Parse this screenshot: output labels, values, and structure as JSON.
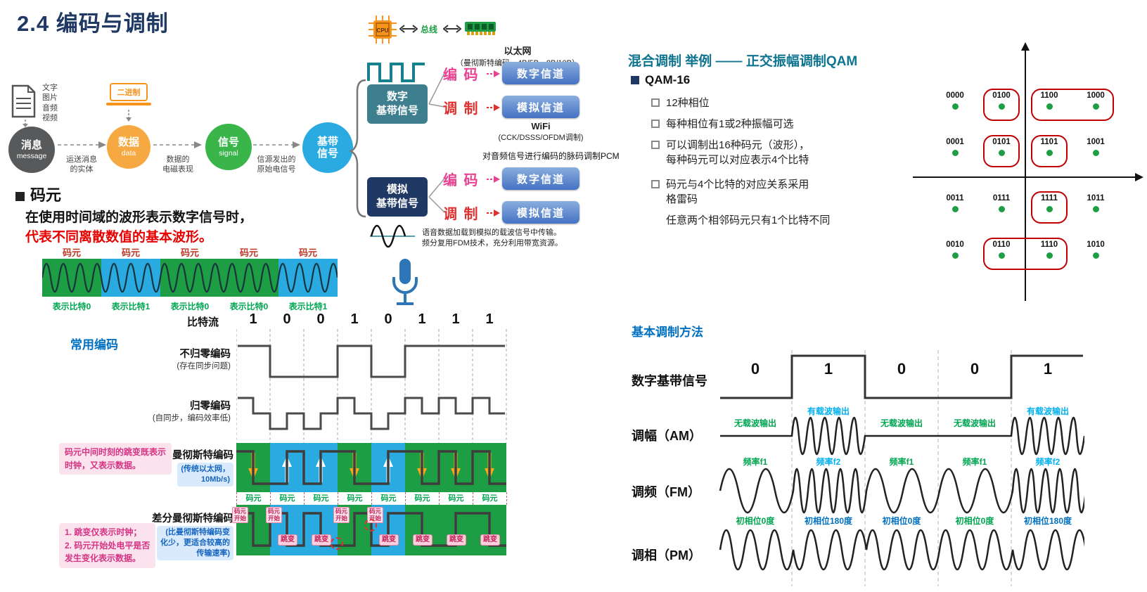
{
  "title": "2.4 编码与调制",
  "flow": {
    "doc_label": "文字\n图片\n音频\n视频",
    "binary_label": "二进制",
    "node1_zh": "消息",
    "node1_en": "message",
    "node2_zh": "数据",
    "node2_en": "data",
    "node3_zh": "信号",
    "node3_en": "signal",
    "node4_l1": "基带",
    "node4_l2": "信号",
    "arrow1": "运送消息\n的实体",
    "arrow2": "数据的\n电磁表现",
    "arrow3": "信源发出的\n原始电信号"
  },
  "pipeline": {
    "cpu": "CPU",
    "bus": "总线",
    "ethernet": "以太网",
    "ethernet_sub": "（曼彻斯特编码，4B/5B、8B/10B）",
    "digital_source": "数字\n基带信号",
    "analog_source": "模拟\n基带信号",
    "encode": "编 码",
    "modulate": "调 制",
    "digital_channel": "数字信道",
    "analog_channel": "模拟信道",
    "wifi": "WiFi",
    "wifi_sub": "(CCK/DSSS/OFDM调制)",
    "pcm": "对音频信号进行编码的脉码调制PCM",
    "voice_note": "语音数据加载到模拟的载波信号中传输。\n频分复用FDM技术，充分利用带宽资源。"
  },
  "symbol": {
    "heading": "码元",
    "desc1": "在使用时间域的波形表示数字信号时，",
    "desc2": "代表不同离散数值的基本波形。",
    "cell_label": "码元",
    "bit_labels": [
      "表示比特0",
      "表示比特1",
      "表示比特0",
      "表示比特0",
      "表示比特1"
    ]
  },
  "qam": {
    "heading": "混合调制 举例 —— 正交振幅调制QAM",
    "name": "QAM-16",
    "bullet1": "12种相位",
    "bullet2": "每种相位有1或2种振幅可选",
    "bullet3": "可以调制出16种码元（波形），\n每种码元可以对应表示4个比特",
    "bullet4": "码元与4个比特的对应关系采用\n格雷码",
    "note": "任意两个相邻码元只有1个比特不同",
    "labels": [
      [
        "0000",
        "0100",
        "1100",
        "1000"
      ],
      [
        "0001",
        "0101",
        "1101",
        "1001"
      ],
      [
        "0011",
        "0111",
        "1111",
        "1011"
      ],
      [
        "0010",
        "0110",
        "1110",
        "1010"
      ]
    ]
  },
  "encoding": {
    "heading": "常用编码",
    "bitstream": "比特流",
    "bits": [
      "1",
      "0",
      "0",
      "1",
      "0",
      "1",
      "1",
      "1"
    ],
    "nrz": "不归零编码",
    "nrz_note": "(存在同步问题)",
    "rz": "归零编码",
    "rz_note": "(自同步，编码效率低)",
    "manchester": "曼彻斯特编码",
    "manchester_note": "(传统以太网，\n10Mb/s)",
    "diff": "差分曼彻斯特编码",
    "diff_note": "(比曼彻斯特编码变\n化少，更适合较高的\n传输速率)",
    "cell": "码元",
    "jump": "跳变",
    "cell_start": "码元\n开始",
    "ann1": "码元中间时刻的跳变既表示\n时钟，又表示数据。",
    "ann2": "1. 跳变仅表示时钟；\n2. 码元开始处电平是否\n发生变化表示数据。"
  },
  "modulation": {
    "heading": "基本调制方法",
    "baseband": "数字基带信号",
    "am": "调幅（AM）",
    "fm": "调频（FM）",
    "pm": "调相（PM）",
    "bits": [
      "0",
      "1",
      "0",
      "0",
      "1"
    ],
    "am_labels": [
      "无载波输出",
      "有载波输出",
      "无载波输出",
      "无载波输出",
      "有载波输出"
    ],
    "fm_labels": [
      "频率f1",
      "频率f2",
      "频率f1",
      "频率f1",
      "频率f2"
    ],
    "pm_labels": [
      "初相位0度",
      "初相位180度",
      "初相位0度",
      "初相位0度",
      "初相位180度"
    ]
  },
  "colors": {
    "accent_navy": "#1f3864",
    "heading_blue": "#0070c0",
    "qam_heading_teal": "#0e7490",
    "message_gray": "#58595b",
    "data_orange": "#f7a941",
    "signal_green": "#39b54a",
    "baseband_cyan": "#29abe2",
    "digital_source_teal": "#3d7e8f",
    "analog_source_navy": "#203864",
    "channel_blue": "#4472c4",
    "encode_pink": "#e84393",
    "modulate_red": "#e03131",
    "bit1_green": "#1e9e44",
    "bit0_blue": "#29abe2",
    "label_green": "#00a651",
    "label_cyan": "#00b0f0",
    "red_mark": "#c00000",
    "pink_note": "#d63384"
  }
}
